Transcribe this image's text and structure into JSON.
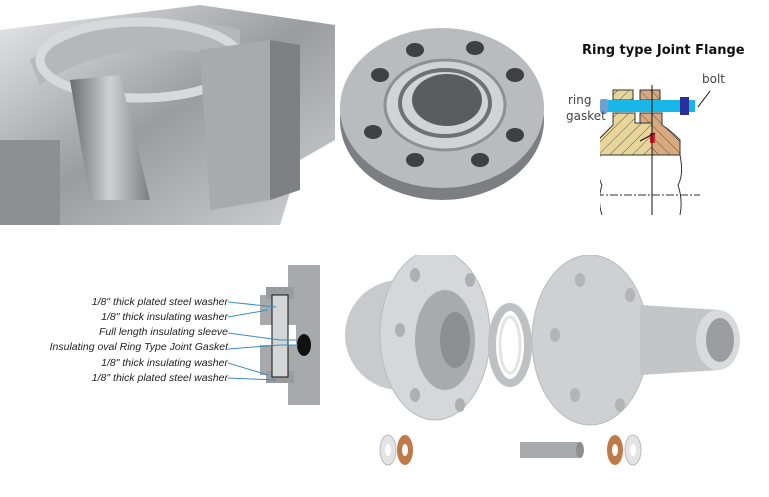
{
  "ring_joint_diagram": {
    "title": "Ring type Joint Flange",
    "labels": {
      "bolt": "bolt",
      "ring": "ring",
      "gasket": "gasket"
    }
  },
  "insulating_kit_diagram": {
    "callouts": [
      "1/8\" thick plated steel washer",
      "1/8\" thick insulating washer",
      "Full length insulating sleeve",
      "Insulating oval Ring Type Joint Gasket",
      "1/8\" thick insulating washer",
      "1/8\" thick plated steel washer"
    ]
  },
  "colors": {
    "bolt": "#19b6e8",
    "nut": "#2a2f9a",
    "flange_left": "#e8d59a",
    "flange_right": "#d9a97e",
    "gasket": "#e02020",
    "callout_line": "#3a8fc0"
  }
}
